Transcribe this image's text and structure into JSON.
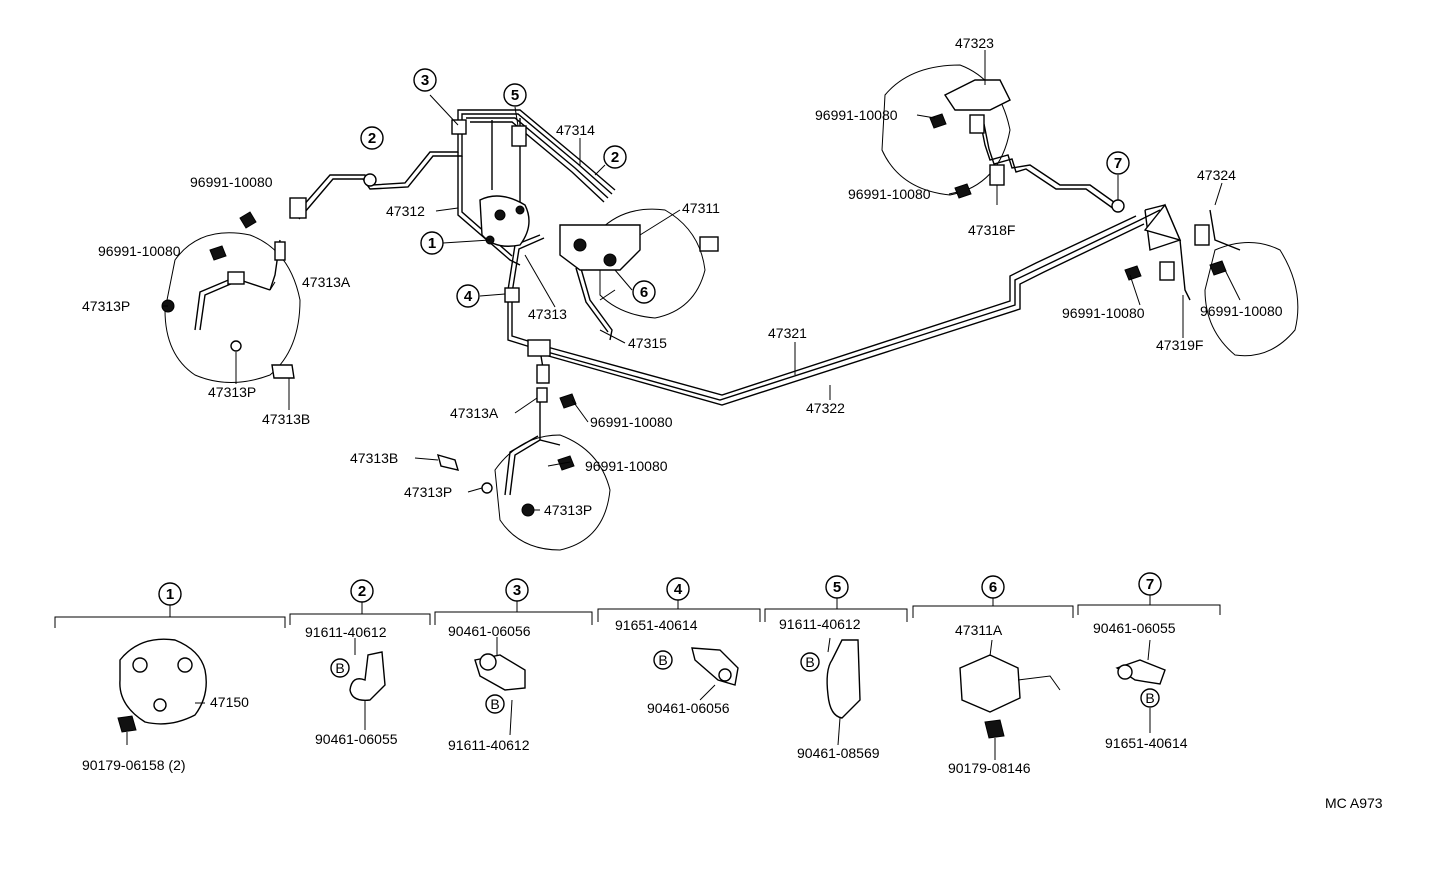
{
  "diagram": {
    "ref_code": "MC A973",
    "callouts": [
      "1",
      "2",
      "3",
      "4",
      "5",
      "6",
      "7"
    ],
    "main_labels": [
      "47323",
      "96991-10080",
      "96991-10080",
      "47318F",
      "47324",
      "96991-10080",
      "96991-10080",
      "47319F",
      "96991-10080",
      "96991-10080",
      "47313A",
      "47313P",
      "47313P",
      "47313B",
      "47312",
      "47314",
      "47311",
      "47313",
      "47315",
      "47321",
      "47322",
      "47313A",
      "96991-10080",
      "47313B",
      "96991-10080",
      "47313P",
      "47313P"
    ],
    "detail_groups": [
      {
        "labels": [
          "47150",
          "90179-06158 (2)"
        ]
      },
      {
        "labels": [
          "91611-40612",
          "90461-06055"
        ]
      },
      {
        "labels": [
          "90461-06056",
          "91611-40612"
        ]
      },
      {
        "labels": [
          "91651-40614",
          "90461-06056"
        ]
      },
      {
        "labels": [
          "91611-40612",
          "90461-08569"
        ]
      },
      {
        "labels": [
          "47311A",
          "90179-08146"
        ]
      },
      {
        "labels": [
          "90461-06055",
          "91651-40614"
        ]
      }
    ],
    "bolt_marker": "B"
  }
}
